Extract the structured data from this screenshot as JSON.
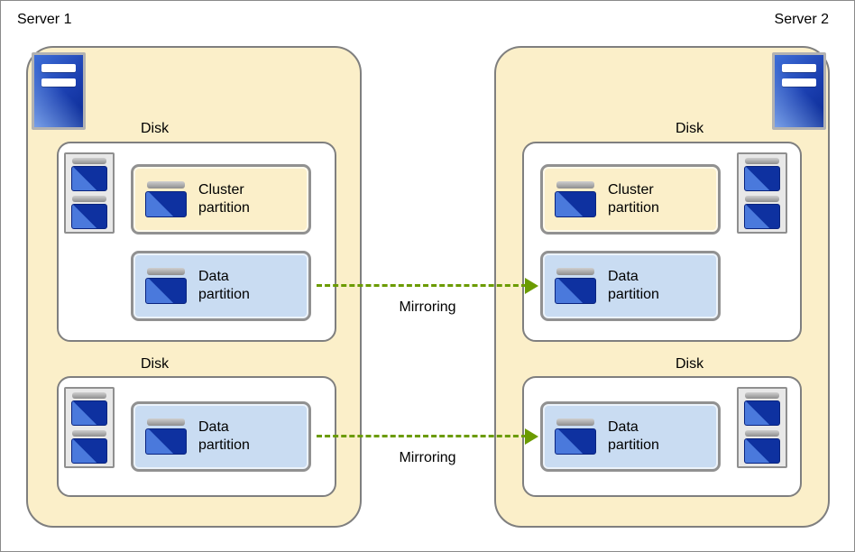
{
  "colors": {
    "server_fill": "#FBEFC9",
    "cluster_fill": "#FBEFC9",
    "data_fill": "#C9DCF2",
    "box_border": "#7F7F7F",
    "partition_border": "#919191",
    "arrow_green": "#6B9B00",
    "disk_dark_blue": "#0E31A0",
    "disk_light_blue": "#4A79DC",
    "icon_gray": "#8E8E8E"
  },
  "servers": [
    {
      "label": "Server 1",
      "disks": [
        {
          "label": "Disk",
          "partitions": [
            {
              "kind": "cluster",
              "label": "Cluster partition"
            },
            {
              "kind": "data",
              "label": "Data partition"
            }
          ]
        },
        {
          "label": "Disk",
          "partitions": [
            {
              "kind": "data",
              "label": "Data partition"
            }
          ]
        }
      ]
    },
    {
      "label": "Server 2",
      "disks": [
        {
          "label": "Disk",
          "partitions": [
            {
              "kind": "cluster",
              "label": "Cluster partition"
            },
            {
              "kind": "data",
              "label": "Data partition"
            }
          ]
        },
        {
          "label": "Disk",
          "partitions": [
            {
              "kind": "data",
              "label": "Data partition"
            }
          ]
        }
      ]
    }
  ],
  "arrows": [
    {
      "label": "Mirroring"
    },
    {
      "label": "Mirroring"
    }
  ]
}
